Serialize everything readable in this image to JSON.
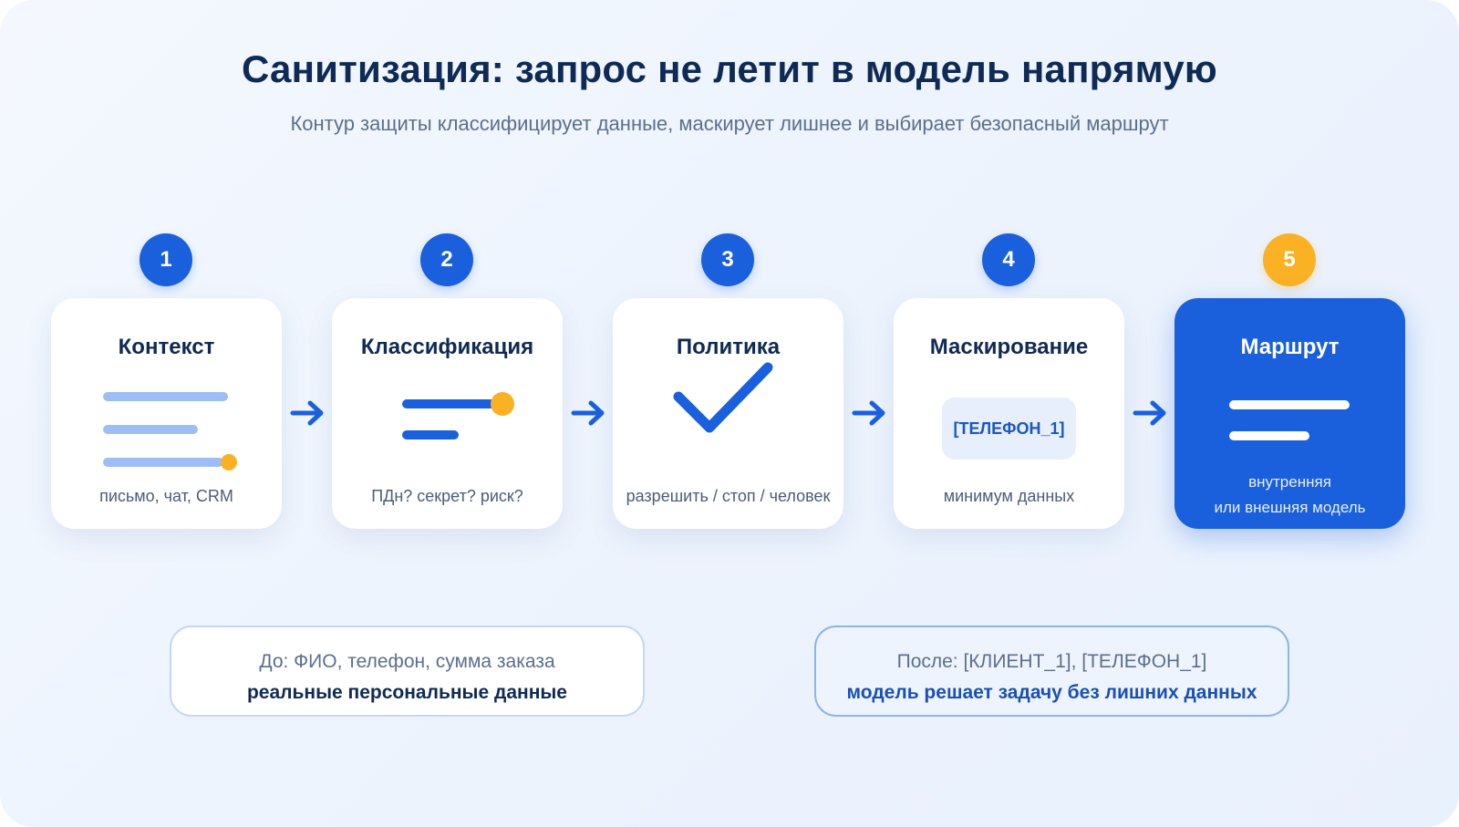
{
  "title": "Санитизация: запрос не летит в модель напрямую",
  "subtitle": "Контур защиты классифицирует данные, маскирует лишнее и выбирает безопасный маршрут",
  "steps": [
    {
      "number": "1",
      "title": "Контекст",
      "caption": "письмо, чат, CRM"
    },
    {
      "number": "2",
      "title": "Классификация",
      "caption": "ПДн? секрет? риск?"
    },
    {
      "number": "3",
      "title": "Политика",
      "caption": "разрешить / стоп / человек"
    },
    {
      "number": "4",
      "title": "Маскирование",
      "caption": "минимум данных",
      "token": "[ТЕЛЕФОН_1]"
    },
    {
      "number": "5",
      "title": "Маршрут",
      "caption_line1": "внутренняя",
      "caption_line2": "или внешняя модель"
    }
  ],
  "before": {
    "line1": "До: ФИО, телефон, сумма заказа",
    "line2": "реальные персональные данные"
  },
  "after": {
    "line1": "После: [КЛИЕНТ_1], [ТЕЛЕФОН_1]",
    "line2": "модель решает задачу без лишних данных"
  },
  "colors": {
    "primary": "#1a5fdc",
    "accent": "#fbb124",
    "light_bar": "#9dbdf4",
    "title": "#0f2a55"
  },
  "icons": [
    "text-lines-icon",
    "classification-icon",
    "checkmark-icon",
    "masked-token-pill",
    "route-lines-icon",
    "arrow-right-icon"
  ]
}
